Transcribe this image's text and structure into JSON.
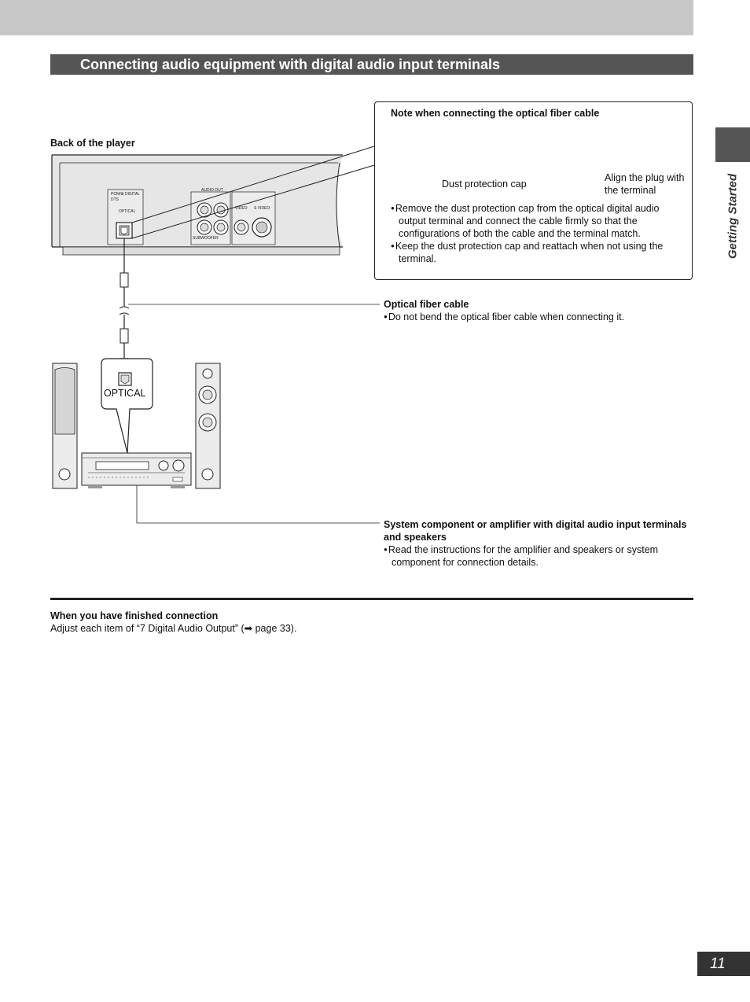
{
  "header": {
    "section_title": "Connecting audio equipment with digital audio input terminals"
  },
  "side": {
    "chapter_label": "Getting Started",
    "page_number": "11"
  },
  "diagram": {
    "back_label": "Back of the player",
    "player_labels": {
      "pcm_digital": "PCM/⦾ DIGITAL",
      "dts": "DTS",
      "optical_small": "OPTICAL",
      "audio_out": "AUDIO OUT",
      "subwoofer": "SUBWOOFER",
      "video": "VIDEO",
      "s_video": "S VIDEO"
    },
    "optical_callout": "OPTICAL"
  },
  "note": {
    "title": "Note when connecting the optical fiber cable",
    "dust_cap_label": "Dust protection cap",
    "align_label": "Align the plug with the terminal",
    "bullets": [
      "Remove the dust protection cap from the optical digital audio output terminal and connect the cable firmly so that the configurations of both the cable and the terminal match.",
      "Keep the dust protection cap and reattach when not using the terminal."
    ]
  },
  "cable": {
    "title": "Optical fiber cable",
    "bullet": "Do not bend the optical fiber cable when connecting it."
  },
  "amplifier": {
    "title": "System component or amplifier with digital audio input terminals and speakers",
    "bullet": "Read the instructions for the amplifier and speakers or system component for connection details."
  },
  "finished": {
    "title": "When you have finished connection",
    "text": "Adjust each item of “7 Digital Audio Output” (➡ page 33)."
  }
}
